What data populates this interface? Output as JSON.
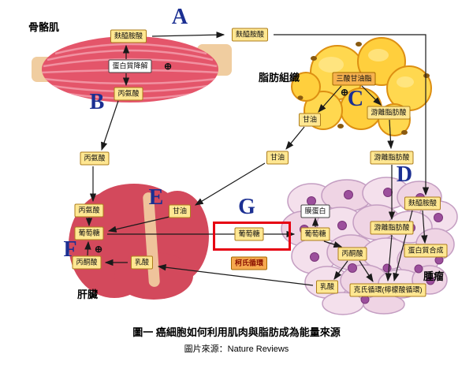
{
  "regions": {
    "skeletal_muscle": "骨骼肌",
    "adipose_tissue": "脂肪組織",
    "liver": "肝臟",
    "tumor": "腫瘤"
  },
  "letters": {
    "A": "A",
    "B": "B",
    "C": "C",
    "D": "D",
    "E": "E",
    "F": "F",
    "G": "G"
  },
  "symbols": {
    "plus": "⊕"
  },
  "nodes": {
    "muscle_glutamine": "麩醯胺酸",
    "protein_degradation": "蛋白質降解",
    "muscle_alanine": "丙氨酸",
    "glutamine_top": "麩醯胺酸",
    "alanine_mid": "丙氨酸",
    "triglyceride": "三酸甘油脂",
    "fat_glycerol": "甘油",
    "fat_free_fatty_acid": "游離脂肪酸",
    "glycerol_mid": "甘油",
    "free_fatty_acid_mid": "游離脂肪酸",
    "liver_alanine": "丙氨酸",
    "liver_glycerol": "甘油",
    "liver_glucose": "葡萄糖",
    "liver_pyruvate": "丙酮酸",
    "liver_lactate": "乳酸",
    "glucose_highlight": "葡萄糖",
    "cori_cycle": "柯氏循環",
    "membrane_protein": "膜蛋白",
    "tumor_glucose": "葡萄糖",
    "tumor_free_fatty_acid": "游離脂肪酸",
    "tumor_glutamine": "麩醯胺酸",
    "protein_synthesis": "蛋白質合成",
    "tumor_pyruvate": "丙酮酸",
    "tumor_lactate": "乳酸",
    "krebs_cycle": "克氏循環(檸檬酸循環)"
  },
  "caption": {
    "figure": "圖一 癌細胞如何利用肌肉與脂肪成為能量來源",
    "source": "圖片來源：Nature Reviews"
  },
  "colors": {
    "letter_blue": "#1b2f92",
    "node_yellow": "#ffe792",
    "highlight_red": "#e60012",
    "muscle_red": "#e4556a",
    "fat_yellow": "#ffd84f",
    "liver_red": "#d3495c",
    "tumor_pink": "#f2dce8"
  }
}
